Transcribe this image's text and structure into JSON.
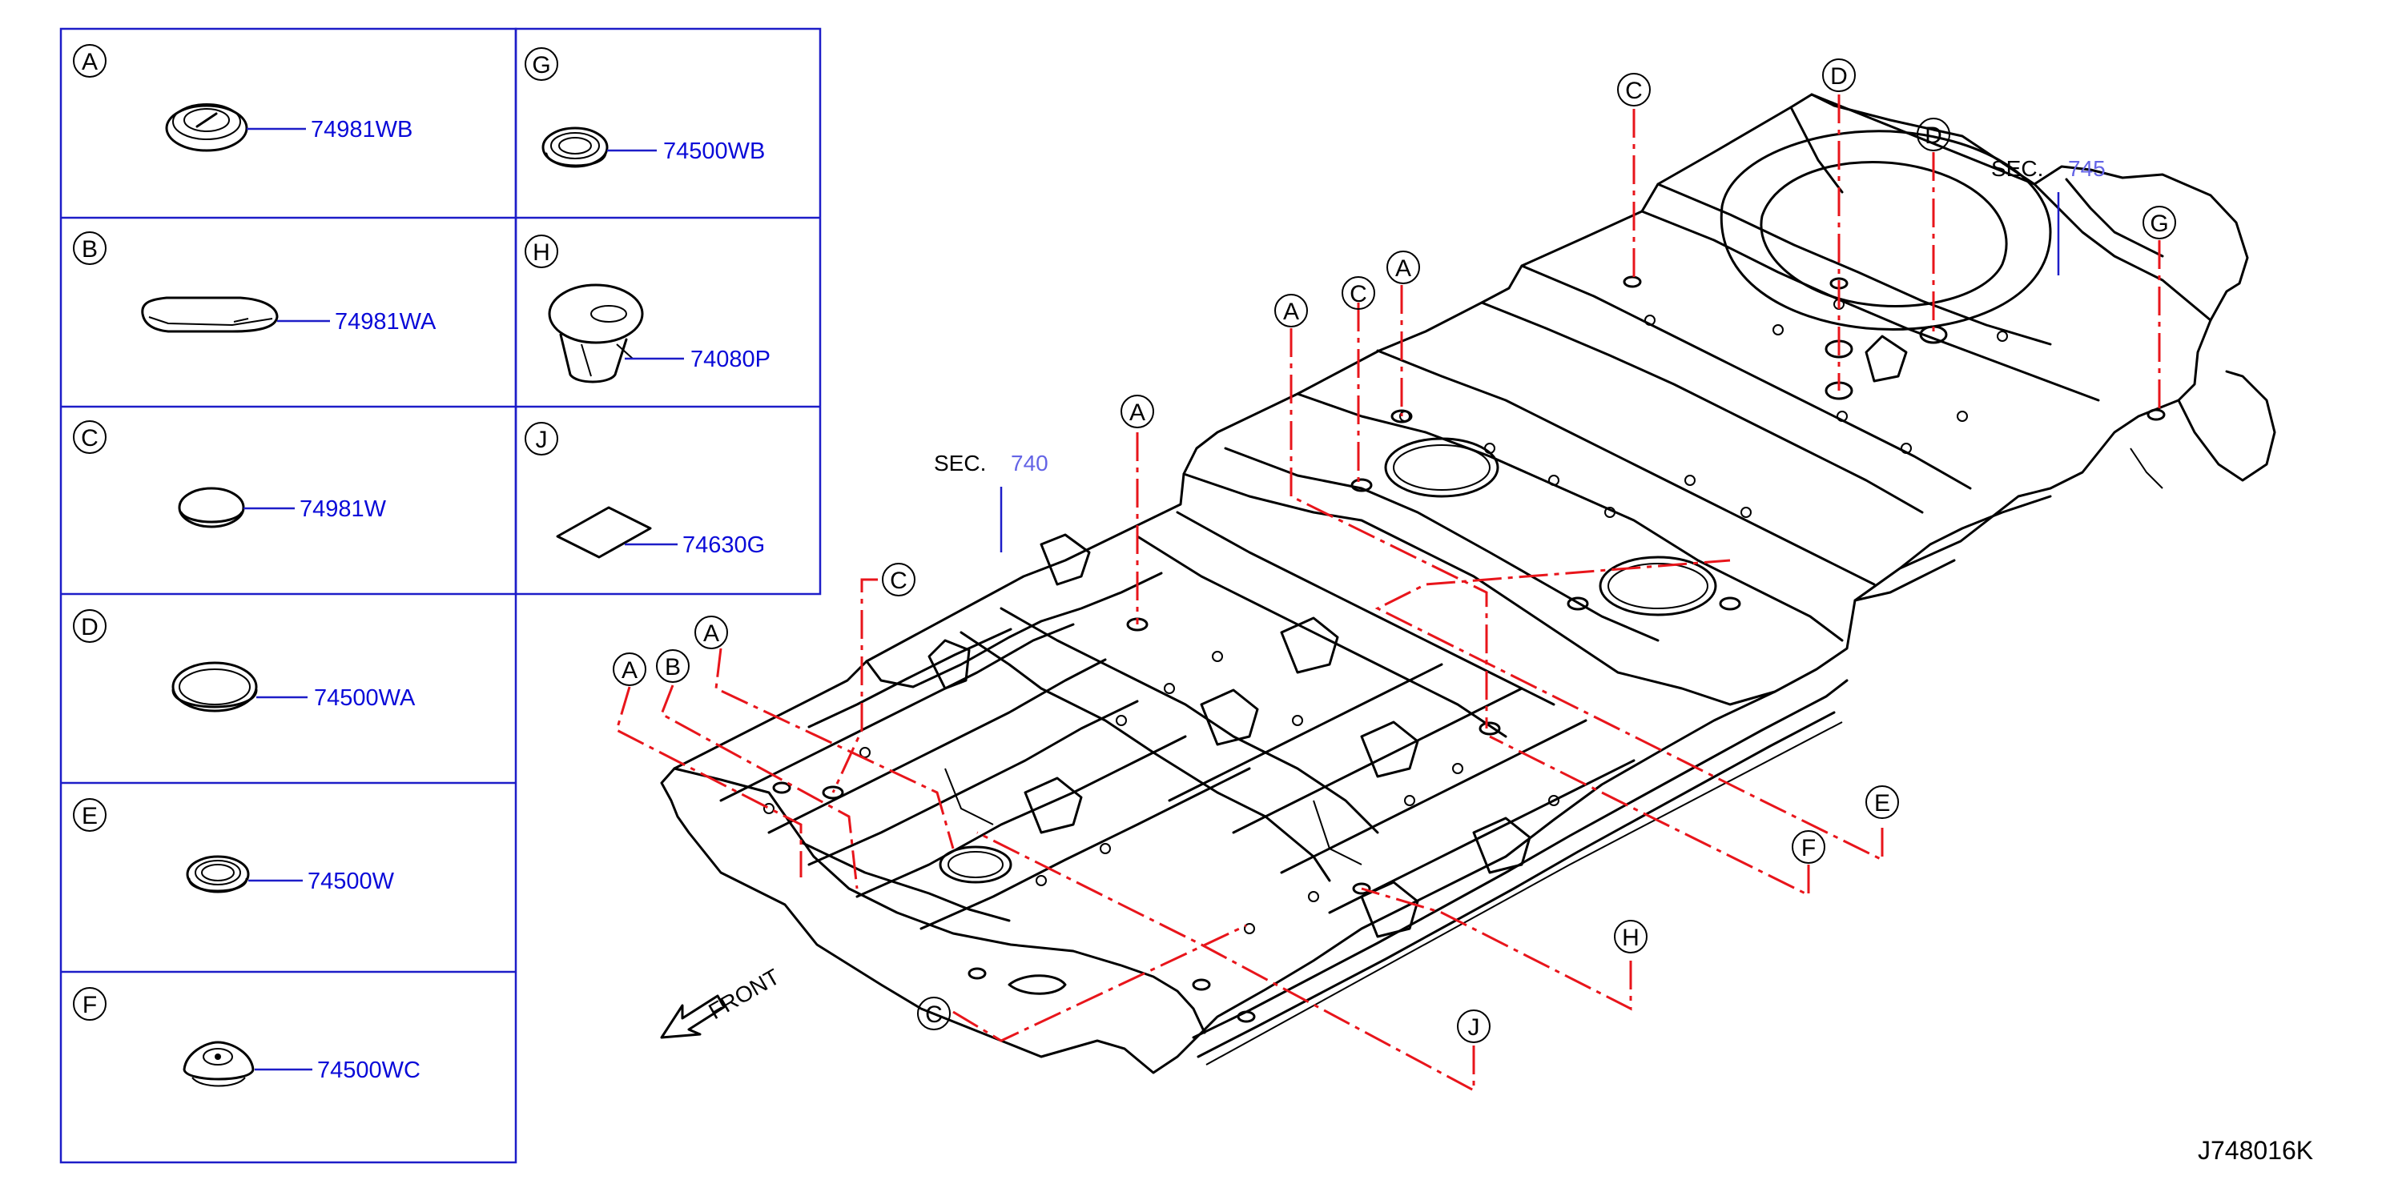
{
  "parts": [
    {
      "letter": "A",
      "number": "74981WB"
    },
    {
      "letter": "B",
      "number": "74981WA"
    },
    {
      "letter": "C",
      "number": "74981W"
    },
    {
      "letter": "D",
      "number": "74500WA"
    },
    {
      "letter": "E",
      "number": "74500W"
    },
    {
      "letter": "F",
      "number": "74500WC"
    },
    {
      "letter": "G",
      "number": "74500WB"
    },
    {
      "letter": "H",
      "number": "74080P"
    },
    {
      "letter": "J",
      "number": "74630G"
    }
  ],
  "sections": [
    {
      "label": "SEC.",
      "number": "740"
    },
    {
      "label": "SEC.",
      "number": "745"
    }
  ],
  "front_label": "FRONT",
  "diagram_id": "J748016K",
  "callouts": {
    "c1": "C",
    "c2": "D",
    "c3": "D",
    "c4": "G",
    "c5": "A",
    "c6": "C",
    "c7": "A",
    "c8": "A",
    "c9": "C",
    "c10": "A",
    "c11": "B",
    "c12": "A",
    "c13": "E",
    "c14": "F",
    "c15": "H",
    "c16": "C",
    "c17": "J"
  }
}
